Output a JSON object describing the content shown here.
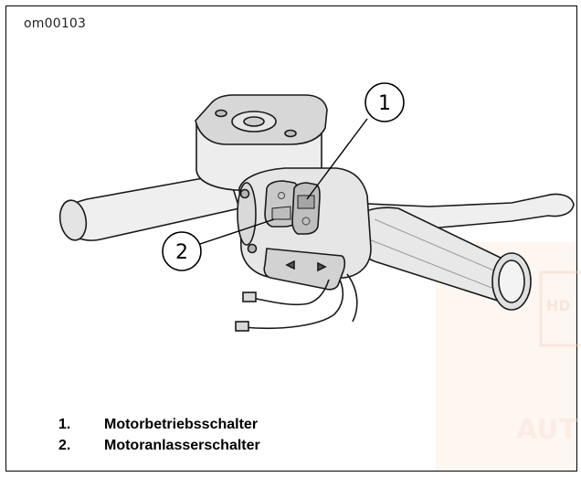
{
  "figure": {
    "id": "om00103"
  },
  "callouts": [
    {
      "number": "1"
    },
    {
      "number": "2"
    }
  ],
  "legend": [
    {
      "number": "1.",
      "label": "Motorbetriebsschalter"
    },
    {
      "number": "2.",
      "label": "Motoranlasserschalter"
    }
  ],
  "watermark": {
    "texts": [
      "AUT",
      "HD"
    ]
  }
}
